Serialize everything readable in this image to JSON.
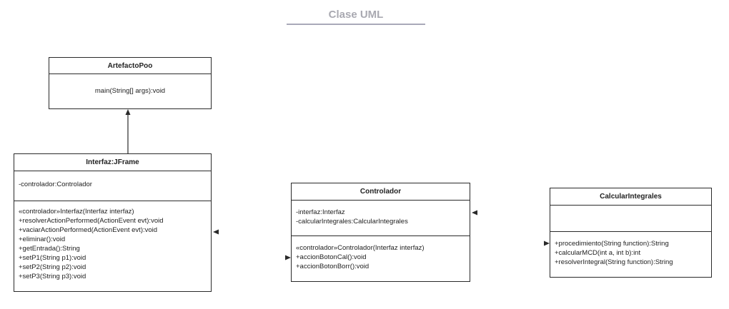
{
  "diagram": {
    "title": "Clase UML"
  },
  "classes": {
    "artefacto": {
      "name": "ArtefactoPoo",
      "attributes": [],
      "methods": [
        "main(String[] args):void"
      ]
    },
    "interfaz": {
      "name": "Interfaz:JFrame",
      "attributes": [
        "-controlador:Controlador"
      ],
      "methods": [
        "«controlador»Interfaz(Interfaz interfaz)",
        "+resolverActionPerformed(ActionEvent evt):void",
        "+vaciarActionPerformed(ActionEvent evt):void",
        "+eliminar():void",
        "+getEntrada():String",
        "+setP1(String p1):void",
        "+setP2(String p2):void",
        "+setP3(String p3):void"
      ]
    },
    "controlador": {
      "name": "Controlador",
      "attributes": [
        "-interfaz:Interfaz",
        "-calcularIntegrales:CalcularIntegrales"
      ],
      "methods": [
        "«controlador»Controlador(Interfaz interfaz)",
        "+accionBotonCal():void",
        "+accionBotonBorr():void"
      ]
    },
    "calcular": {
      "name": "CalcularIntegrales",
      "attributes": [],
      "methods": [
        "+procedimiento(String function):String",
        "+calcularMCD(int a, int b):int",
        "+resolverIntegral(String function):String"
      ]
    }
  }
}
